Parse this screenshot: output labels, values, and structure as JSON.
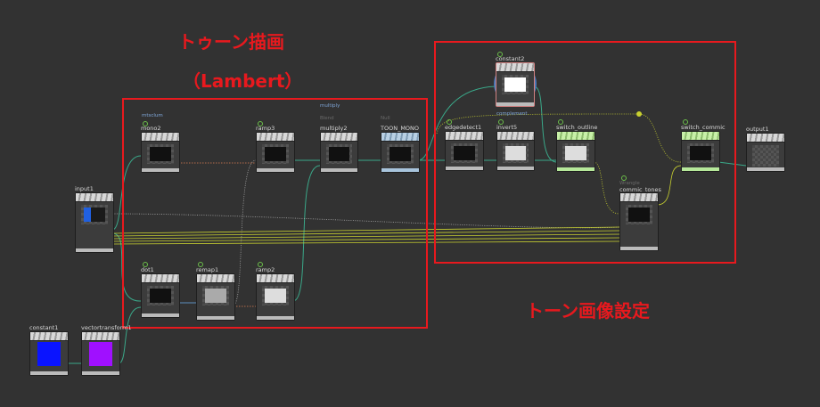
{
  "annotations": {
    "toon_title": "トゥーン描画",
    "toon_sub": "（Lambert）",
    "tone_title": "トーン画像設定"
  },
  "comments": {
    "mtsclum": "mtsclum",
    "multiply": "multiply",
    "complement": "complement"
  },
  "nodes": {
    "input1": {
      "name": "input1"
    },
    "mono2": {
      "name": "mono2"
    },
    "ramp3": {
      "name": "ramp3"
    },
    "multiply2": {
      "name": "multiply2",
      "type": "Blend"
    },
    "toon_mono": {
      "name": "TOON_MONO",
      "type": "Null"
    },
    "constant2": {
      "name": "constant2"
    },
    "edgedetect1": {
      "name": "edgedetect1"
    },
    "invert5": {
      "name": "invert5"
    },
    "switch_outline": {
      "name": "switch_outline"
    },
    "switch_commic": {
      "name": "switch_commic"
    },
    "output1": {
      "name": "output1"
    },
    "commic_tones": {
      "name": "commic_tones",
      "type": "Wrangle"
    },
    "dot1": {
      "name": "dot1"
    },
    "remap1": {
      "name": "remap1"
    },
    "ramp2": {
      "name": "ramp2"
    },
    "constant1": {
      "name": "constant1"
    },
    "vectortransform1": {
      "name": "vectortransform1"
    }
  },
  "colors": {
    "annotation": "#e8191e",
    "wire_green": "#3aa889",
    "wire_yellow": "#c8d030",
    "constant1": "#0a14ff",
    "vectortransform1": "#a010ff"
  }
}
